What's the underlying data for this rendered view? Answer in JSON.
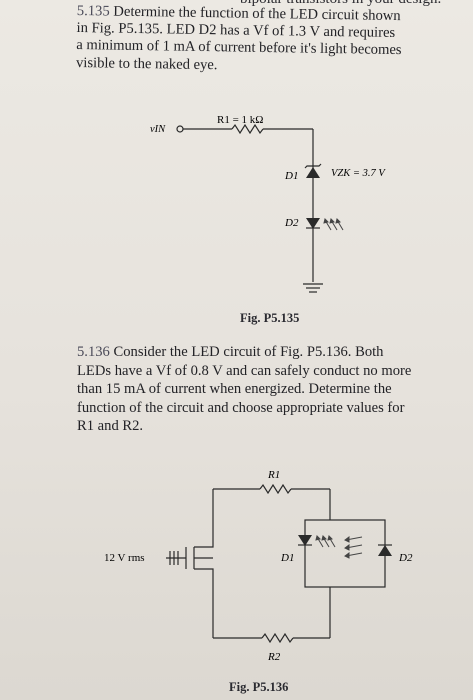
{
  "header_fragment": "bipolar transistors in your design.",
  "problem_135": {
    "number": "5.135",
    "lines": [
      "Determine the function of the LED circuit shown",
      "in Fig. P5.135. LED D2 has a Vf of 1.3 V and requires",
      "a minimum of 1 mA of current before it's light becomes",
      "visible to the naked eye."
    ]
  },
  "figure_135": {
    "input_label": "vIN",
    "resistor_label": "R1 = 1 kΩ",
    "zener_label": "D1",
    "zener_voltage": "VZK = 3.7 V",
    "led_label": "D2",
    "caption": "Fig. P5.135"
  },
  "problem_136": {
    "number": "5.136",
    "lines": [
      "Consider the LED circuit of Fig. P5.136. Both",
      "LEDs have a Vf of 0.8 V and can safely conduct no more",
      "than 15 mA of current when energized. Determine the",
      "function of the circuit and choose appropriate values for",
      "R1 and R2."
    ]
  },
  "figure_136": {
    "r1_label": "R1",
    "r2_label": "R2",
    "source_label": "12 V rms",
    "d1_label": "D1",
    "d2_label": "D2",
    "caption": "Fig. P5.136"
  }
}
